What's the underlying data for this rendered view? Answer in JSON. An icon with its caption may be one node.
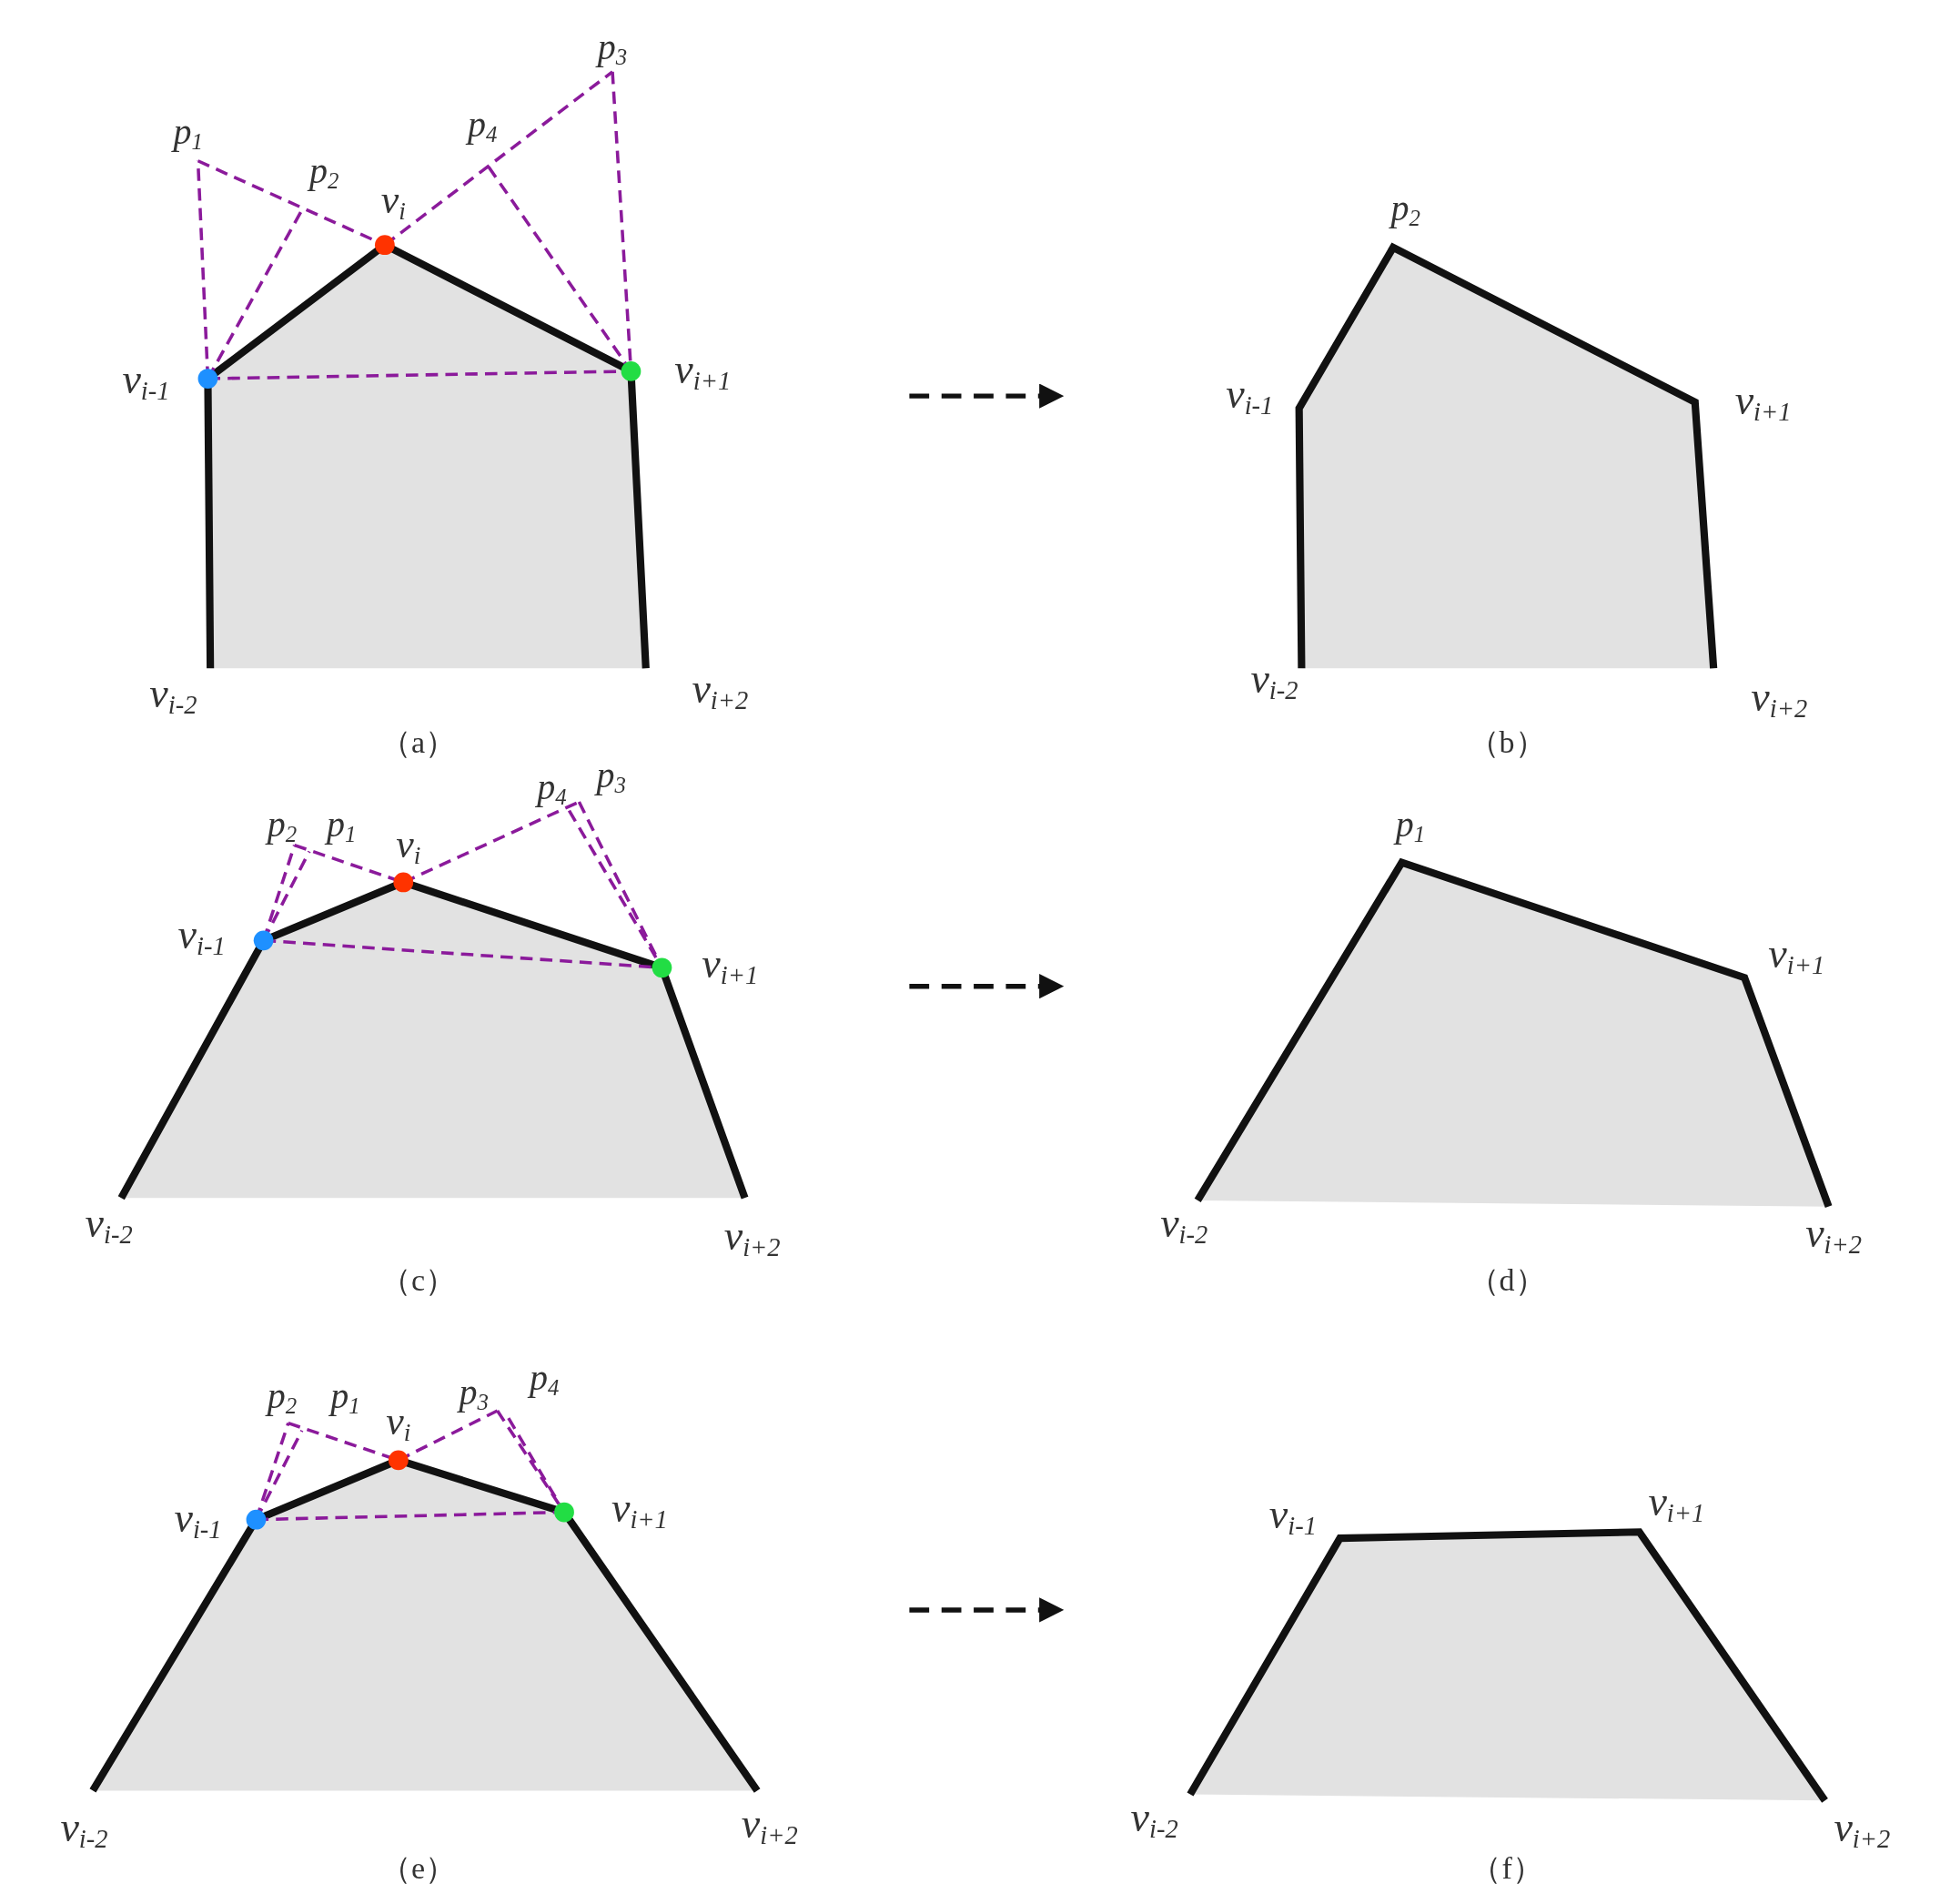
{
  "diagram": {
    "labels": [
      "p$_{3}$",
      "p$_{1}$",
      "p$_{4}$",
      "p$_{2}$",
      "v$_{i}$",
      "v$_{i-1}$",
      "v$_{i+1}$",
      "v$_{i-2}$",
      "v$_{i+2}$",
      "p$_{2}$",
      "v$_{i-1}$",
      "v$_{i+1}$",
      "v$_{i-2}$",
      "v$_{i+2}$",
      "（a）",
      "（b）",
      "p$_{4}$",
      "p$_{3}$",
      "p$_{2}$",
      "p$_{1}$",
      "v$_{i}$",
      "v$_{i-1}$",
      "v$_{i+1}$",
      "v$_{i-2}$",
      "v$_{i+2}$",
      "p$_{1}$",
      "v$_{i+1}$",
      "v$_{i-2}$",
      "v$_{i+2}$",
      "（c）",
      "（d）",
      "p$_{4}$",
      "p$_{2}$",
      "p$_{1}$",
      "p$_{3}$",
      "v$_{i}$",
      "v$_{i-1}$",
      "v$_{i+1}$",
      "v$_{i-2}$",
      "v$_{i+2}$",
      "v$_{i+1}$",
      "v$_{i-1}$",
      "v$_{i-2}$",
      "v$_{i+2}$",
      "（e）",
      "（f）"
    ]
  }
}
